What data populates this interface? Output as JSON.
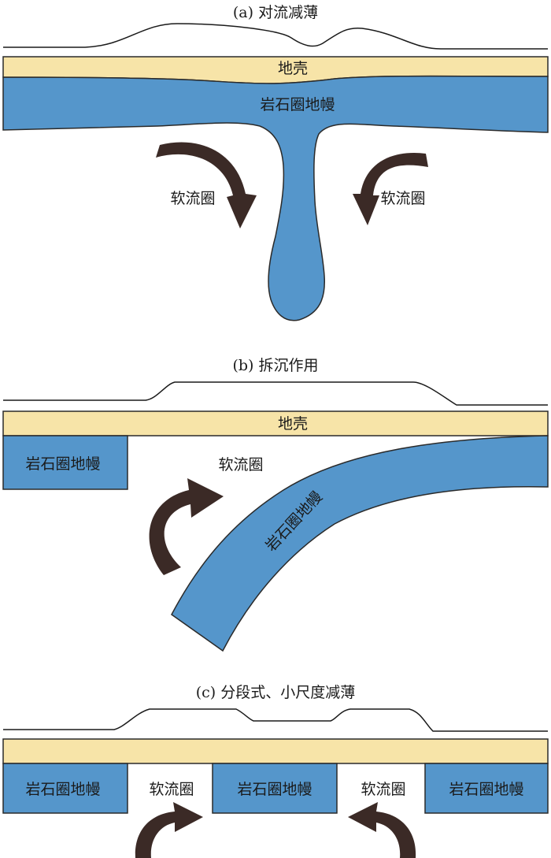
{
  "panels": {
    "a": {
      "title": "(a) 对流减薄",
      "crust": "地壳",
      "mantle": "岩石圈地幔",
      "asth_left": "软流圈",
      "asth_right": "软流圈"
    },
    "b": {
      "title": "(b) 拆沉作用",
      "crust": "地壳",
      "mantle_left": "岩石圈地幔",
      "asth": "软流圈",
      "mantle_slab": "岩石圈地幔"
    },
    "c": {
      "title": "(c) 分段式、小尺度减薄",
      "mantle_1": "岩石圈地幔",
      "asth_1": "软流圈",
      "mantle_2": "岩石圈地幔",
      "asth_2": "软流圈",
      "mantle_3": "岩石圈地幔"
    }
  },
  "colors": {
    "crust": "#f7e4a8",
    "mantle": "#5596cb",
    "arrow": "#3b2a26"
  }
}
